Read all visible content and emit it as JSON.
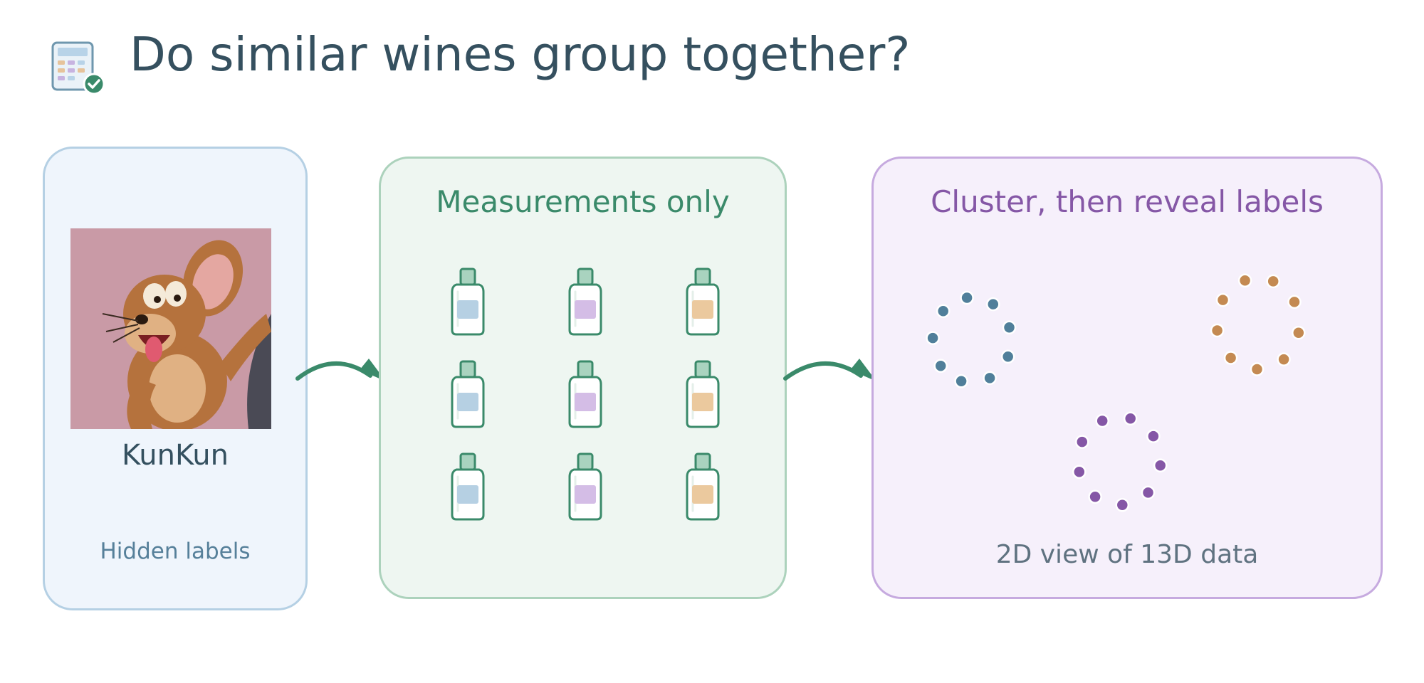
{
  "header": {
    "title": "Do similar wines group together?",
    "icon": "calculator-check-icon"
  },
  "panels": {
    "hidden": {
      "mascot_label": "KunKun",
      "caption": "Hidden labels"
    },
    "measure": {
      "title": "Measurements only",
      "label_colors": [
        "#b6d0e3",
        "#d4bde6",
        "#ebc99e"
      ]
    },
    "cluster": {
      "title": "Cluster, then reveal labels",
      "caption": "2D view of 13D data"
    }
  },
  "colors": {
    "title": "#35505f",
    "green": "#3a8a6a",
    "blue_cluster": "#507f9a",
    "orange_cluster": "#c48a52",
    "purple_cluster": "#8557a6"
  }
}
